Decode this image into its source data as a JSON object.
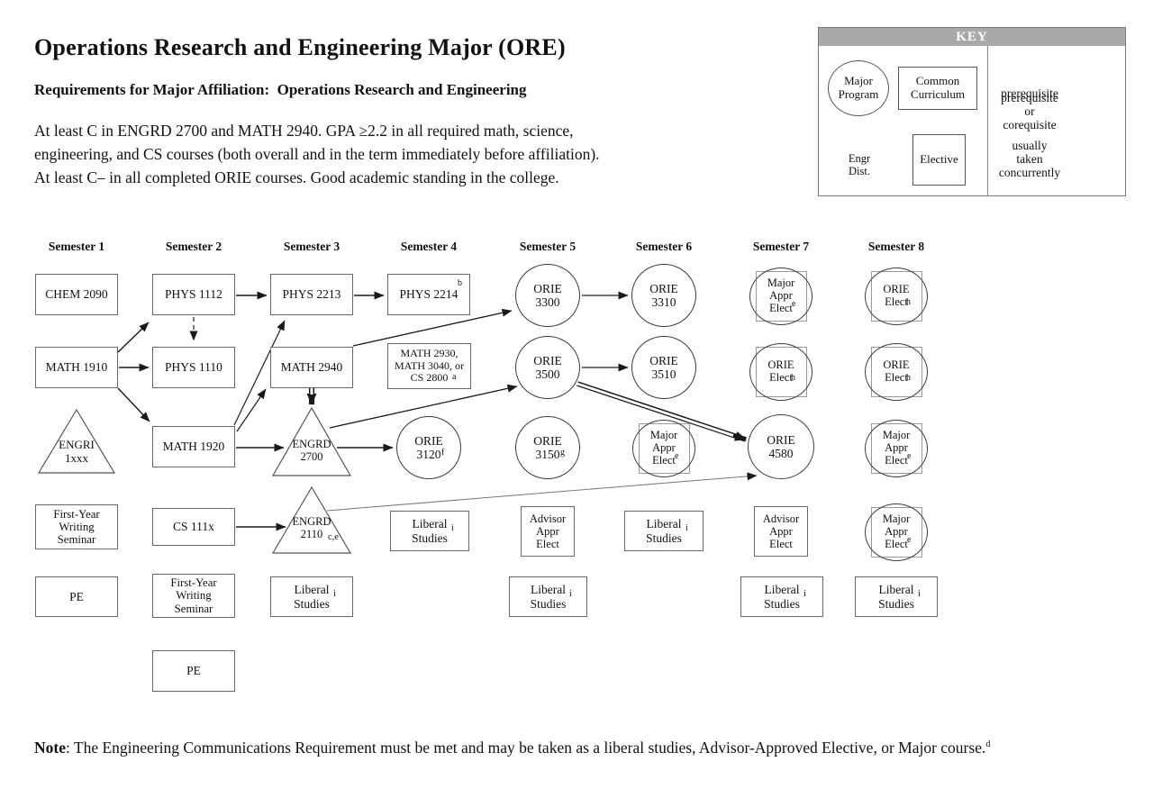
{
  "header": {
    "title": "Operations Research and Engineering Major (ORE)",
    "subtitle": "Requirements for Major Affiliation:  Operations Research and Engineering",
    "body": "At least C in ENGRD 2700 and MATH 2940. GPA ≥2.2 in all required math, science,\nengineering, and CS courses (both overall and in the term immediately before affiliation).\nAt least C– in all completed ORIE courses. Good academic standing in the college."
  },
  "key": {
    "title": "KEY",
    "shapes": {
      "major_program": "Major\nProgram",
      "common_curriculum": "Common\nCurriculum",
      "engr_dist": "Engr\nDist.",
      "elective": "Elective"
    },
    "arrows": {
      "prerequisite": "prerequisite",
      "coreq": "prerequisite\nor\ncorequisite",
      "concurrent": "usually\ntaken\nconcurrently"
    }
  },
  "semesters": [
    "Semester 1",
    "Semester 2",
    "Semester 3",
    "Semester 4",
    "Semester 5",
    "Semester 6",
    "Semester 7",
    "Semester 8"
  ],
  "nodes": {
    "chem2090": {
      "label": "CHEM 2090"
    },
    "phys1112": {
      "label": "PHYS 1112"
    },
    "phys2213": {
      "label": "PHYS 2213"
    },
    "phys2214": {
      "label": "PHYS 2214",
      "sup": "b"
    },
    "orie3300": {
      "label": "ORIE\n3300"
    },
    "orie3310": {
      "label": "ORIE\n3310"
    },
    "major_appr_elect": {
      "label": "Major\nAppr\nElect",
      "sup": "e"
    },
    "orie_elect": {
      "label": "ORIE\nElect",
      "sup": "h"
    },
    "math1910": {
      "label": "MATH 1910"
    },
    "phys1110": {
      "label": "PHYS 1110"
    },
    "math2940": {
      "label": "MATH 2940"
    },
    "math_alt": {
      "label": "MATH 2930,\nMATH 3040, or\nCS 2800",
      "sup": "a"
    },
    "orie3500": {
      "label": "ORIE\n3500"
    },
    "orie3510": {
      "label": "ORIE\n3510"
    },
    "engri1xxx": {
      "label": "ENGRI\n1xxx"
    },
    "math1920": {
      "label": "MATH 1920"
    },
    "engrd2700": {
      "label": "ENGRD\n2700"
    },
    "orie3120": {
      "label": "ORIE\n3120",
      "sup": "f"
    },
    "orie3150": {
      "label": "ORIE\n3150",
      "sup": "g"
    },
    "orie4580": {
      "label": "ORIE\n4580"
    },
    "fyws": {
      "label": "First-Year\nWriting\nSeminar"
    },
    "cs111x": {
      "label": "CS 111x"
    },
    "engrd2110": {
      "label": "ENGRD\n2110",
      "sup": "c,e"
    },
    "liberal": {
      "label": "Liberal\nStudies",
      "sup": "i"
    },
    "advisor": {
      "label": "Advisor\nAppr\nElect"
    },
    "pe": {
      "label": "PE"
    }
  },
  "note": {
    "prefix": "Note",
    "text": ": The Engineering Communications Requirement must be met and may be taken as a liberal studies, Advisor-Approved Elective, or Major course.",
    "sup": "d"
  }
}
